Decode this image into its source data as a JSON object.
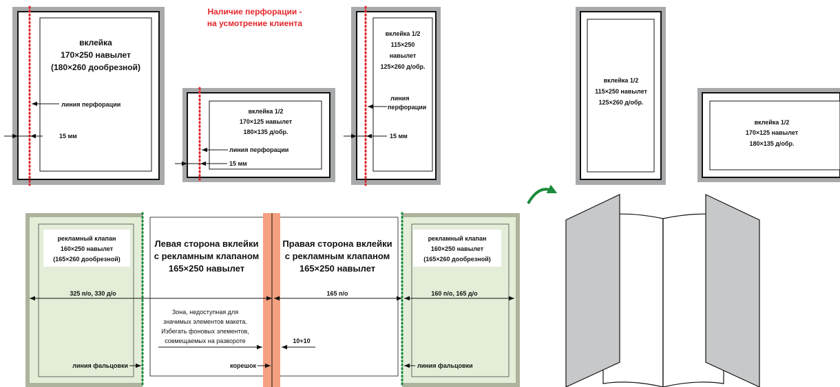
{
  "colors": {
    "frame_gray": "#a7a9ab",
    "page_white": "#ffffff",
    "perforation_red": "#e3262c",
    "fold_green": "#1e8a3c",
    "flap_green": "#e3edd8",
    "spine_orange": "#f4a181",
    "arrow_green": "#1d8a3b",
    "book_gray": "#c7c8ca"
  },
  "note": {
    "line1": "Наличие перфорации -",
    "line2": "на усмотрение клиента"
  },
  "insert_full": {
    "line1": "вклейка",
    "line2": "170×250 навылет",
    "line3": "(180×260 дообрезной)",
    "perf_label": "линия перфорации",
    "offset_label": "15 мм"
  },
  "insert_half_h": {
    "line1": "вклейка 1/2",
    "line2": "170×125 навылет",
    "line3": "180×135 д/обр.",
    "perf_label": "линия перфорации",
    "offset_label": "15 мм"
  },
  "insert_half_v": {
    "line1": "вклейка 1/2",
    "line2": "115×250",
    "line3": "навылет",
    "line4": "125×260 д/обр.",
    "perf_label_1": "линия",
    "perf_label_2": "перфорации",
    "offset_label": "15 мм"
  },
  "plain_half_v": {
    "line1": "вклейка 1/2",
    "line2": "115×250 навылет",
    "line3": "125×260 д/обр."
  },
  "plain_half_h": {
    "line1": "вклейка 1/2",
    "line2": "170×125 навылет",
    "line3": "180×135 д/обр."
  },
  "spread": {
    "left_flap": {
      "line1": "рекламный клапан",
      "line2": "160×250 навылет",
      "line3": "(165×260 дообрезной)"
    },
    "right_flap": {
      "line1": "рекламный клапан",
      "line2": "160×250 навылет",
      "line3": "(165×260 дообрезной)"
    },
    "left_page": {
      "line1": "Левая сторона вклейки",
      "line2": "с рекламным клапаном",
      "line3": "165×250 навылет"
    },
    "right_page": {
      "line1": "Правая сторона вклейки",
      "line2": "с рекламным клапаном",
      "line3": "165×250 навылет"
    },
    "dim_left": "325 п/о, 330 д/о",
    "dim_middle": "165 п/о",
    "dim_right": "160 п/о, 165 д/о",
    "zone_note": {
      "line1": "Зона, недоступная для",
      "line2": "значимых элементов макета.",
      "line3": "Избегать фоновых элементов,",
      "line4": "совмещаемых на развороте"
    },
    "spine_size": "10+10",
    "spine_label": "корешок",
    "fold_label_left": "линия фальцовки",
    "fold_label_right": "линия фальцовки"
  }
}
